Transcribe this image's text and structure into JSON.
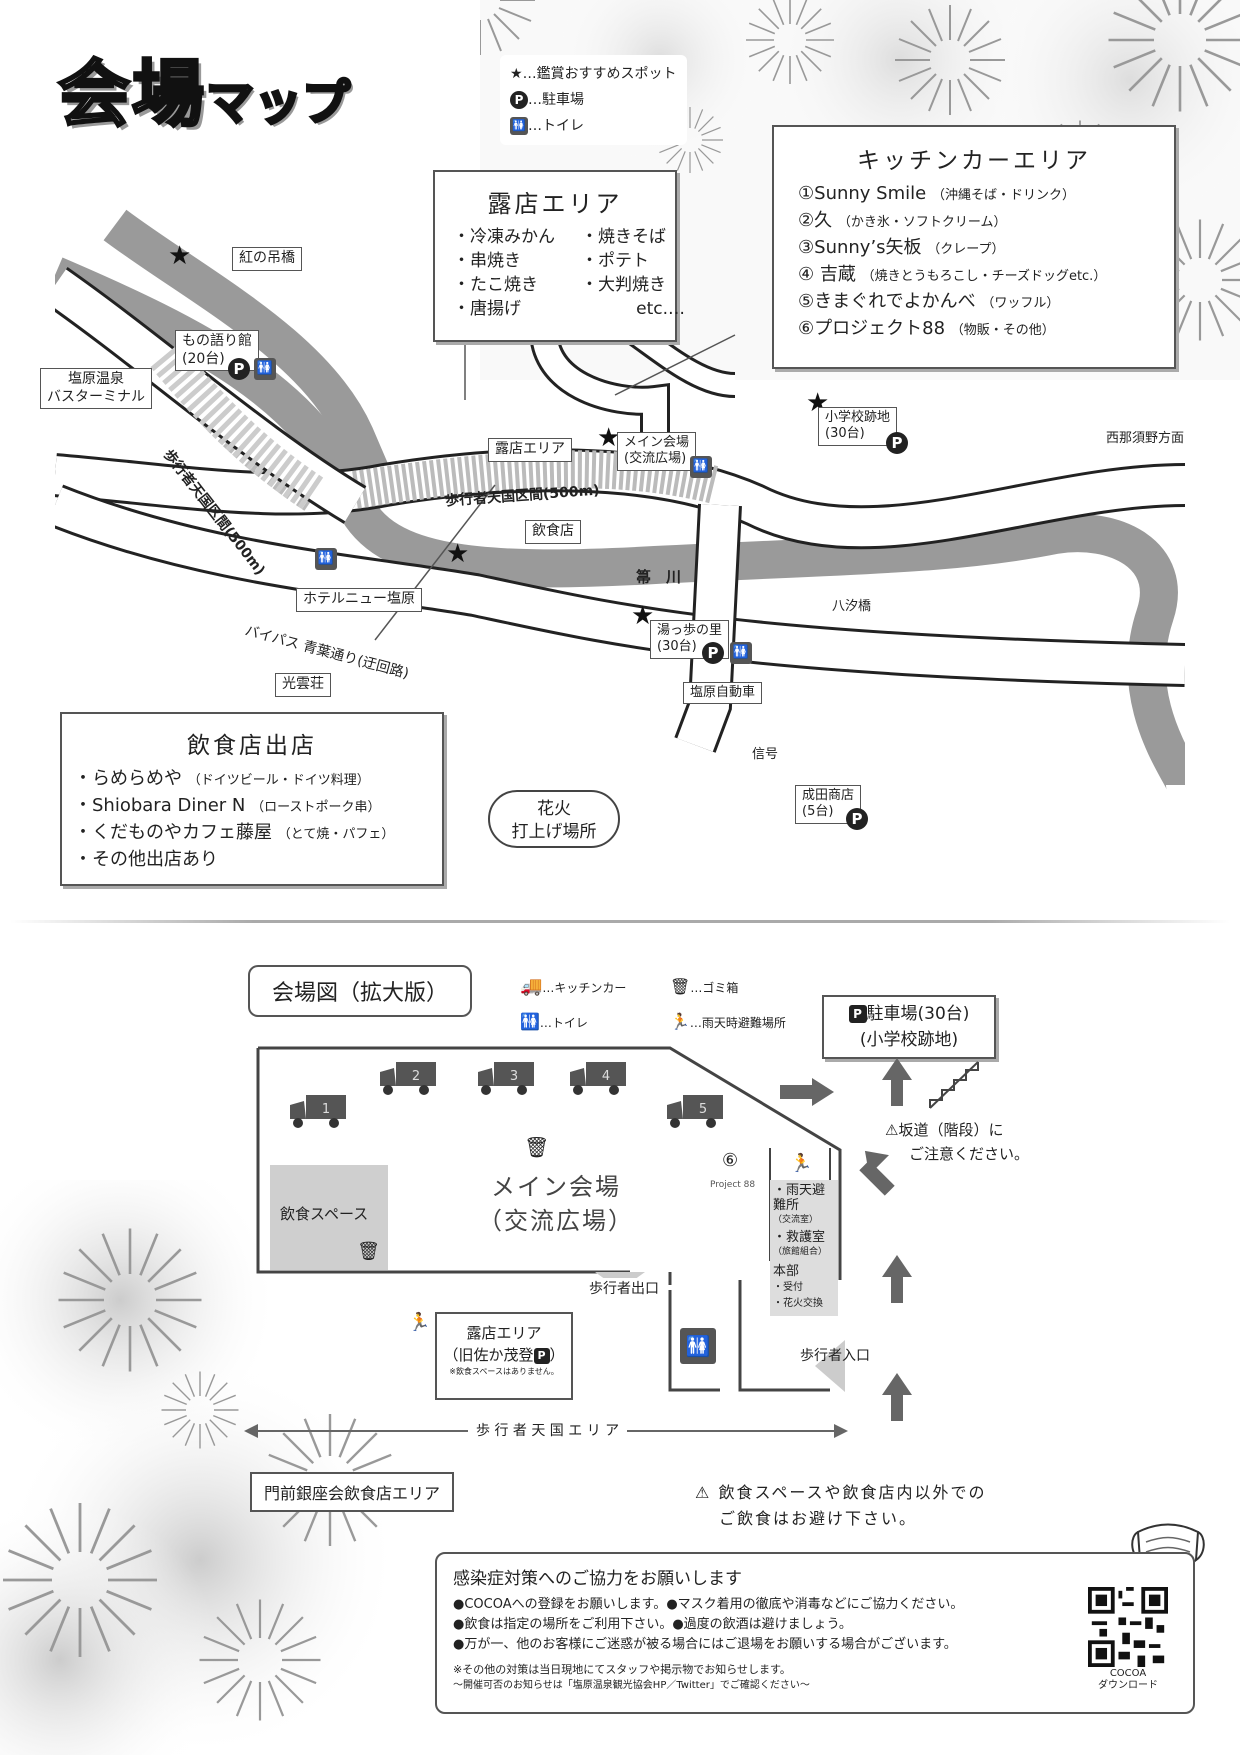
{
  "title": {
    "main": "会場",
    "sub": "マップ"
  },
  "legend_top": {
    "spot": "…鑑賞おすすめスポット",
    "parking": "…駐車場",
    "toilet": "…トイレ",
    "parking_icon": "P"
  },
  "roten_box": {
    "title": "露店エリア",
    "items": [
      "・冷凍みかん",
      "・焼きそば",
      "・串焼き",
      "・ポテト",
      "・たこ焼き",
      "・大判焼き",
      "・唐揚げ",
      "etc.…"
    ]
  },
  "kitchen_box": {
    "title": "キッチンカーエリア",
    "items": [
      {
        "main": "①Sunny Smile",
        "sub": "（沖縄そば・ドリンク）"
      },
      {
        "main": "②久",
        "sub": "（かき氷・ソフトクリーム）"
      },
      {
        "main": "③Sunny’s矢板",
        "sub": "（クレープ）"
      },
      {
        "main": "④ 吉蔵",
        "sub": "（焼きとうもろこし・チーズドッグetc.）"
      },
      {
        "main": "⑤きまぐれでよかんべ",
        "sub": "（ワッフル）"
      },
      {
        "main": "⑥プロジェクト88",
        "sub": "（物販・その他）"
      }
    ]
  },
  "map_labels": {
    "momiji_bridge": "紅の吊橋",
    "monogatari_a": "もの語り館",
    "monogatari_b": "(20台)",
    "bus_a": "塩原温泉",
    "bus_b": "バスターミナル",
    "pedestrian_diag": "歩行者天国区間(500m)",
    "pedestrian_horiz": "歩行者天国区間(500m)",
    "roten_area": "露店エリア",
    "main_venue_a": "メイン会場",
    "main_venue_b": "(交流広場)",
    "school_a": "小学校跡地",
    "school_b": "(30台)",
    "nishinasuno": "西那須野方面",
    "restaurant": "飲食店",
    "hotel": "ホテルニュー塩原",
    "river": "箒　川",
    "hasshio": "八汐橋",
    "yutsubo_a": "湯っ歩の里",
    "yutsubo_b": "(30台)",
    "bypass": "バイパス 青葉通り(迂回路)",
    "kounsou": "光雲荘",
    "car_dealer": "塩原自動車",
    "signal": "信号",
    "narita_a": "成田商店",
    "narita_b": "(5台)",
    "fireworks_a": "花火",
    "fireworks_b": "打上げ場所"
  },
  "food_box": {
    "title": "飲食店出店",
    "items": [
      {
        "main": "・らめらめや",
        "sub": "（ドイツビール・ドイツ料理）"
      },
      {
        "main": "・Shiobara Diner N",
        "sub": "（ローストポーク串）"
      },
      {
        "main": "・くだものやカフェ藤屋",
        "sub": "（とて焼・パフェ）"
      },
      {
        "main": "・その他出店あり",
        "sub": ""
      }
    ]
  },
  "venue": {
    "title": "会場図（拡大版）",
    "legend_kitchen": "…キッチンカー",
    "legend_trash": "…ゴミ箱",
    "legend_toilet": "…トイレ",
    "legend_evac": "…雨天時避難場所",
    "parking_a": "駐車場(30台)",
    "parking_b": "(小学校跡地)",
    "slope_a": "坂道（階段）に",
    "slope_b": "ご注意ください。",
    "trucks": [
      "1",
      "2",
      "3",
      "4",
      "5"
    ],
    "num6": "⑥",
    "project": "Project 88",
    "main_a": "メイン会場",
    "main_b": "（交流広場）",
    "eating": "飲食スペース",
    "evac_a": "・雨天避難所",
    "evac_b": "（交流室）",
    "nurse_a": "・救護室",
    "nurse_b": "（旅館組合）",
    "hq": "本部",
    "hq_1": "・受付",
    "hq_2": "・花火交換",
    "exit": "歩行者出口",
    "entrance": "歩行者入口",
    "roten_a": "露店エリア",
    "roten_b": "（旧佐か茂登",
    "roten_c": "※飲食スペースはありません。",
    "tengoku": "歩 行 者 天 国 エ リ ア",
    "monzen": "門前銀座会飲食店エリア",
    "notice_a": "飲食スペースや飲食店内以外での",
    "notice_b": "ご飲食はお避け下さい。"
  },
  "infection": {
    "title": "感染症対策へのご協力をお願いします",
    "lines": [
      "●COCOAへの登録をお願いします。●マスク着用の徹底や消毒などにご協力ください。",
      "●飲食は指定の場所をご利用下さい。●過度の飲酒は避けましょう。",
      "●万が一、他のお客様にご迷惑が被る場合にはご退場をお願いする場合がございます。"
    ],
    "note1": "※その他の対策は当日現地にてスタッフや掲示物でお知らせします。",
    "note2": "～開催可否のお知らせは「塩原温泉観光協会HP／Twitter」でご確認ください～",
    "cocoa_a": "COCOA",
    "cocoa_b": "ダウンロード"
  }
}
